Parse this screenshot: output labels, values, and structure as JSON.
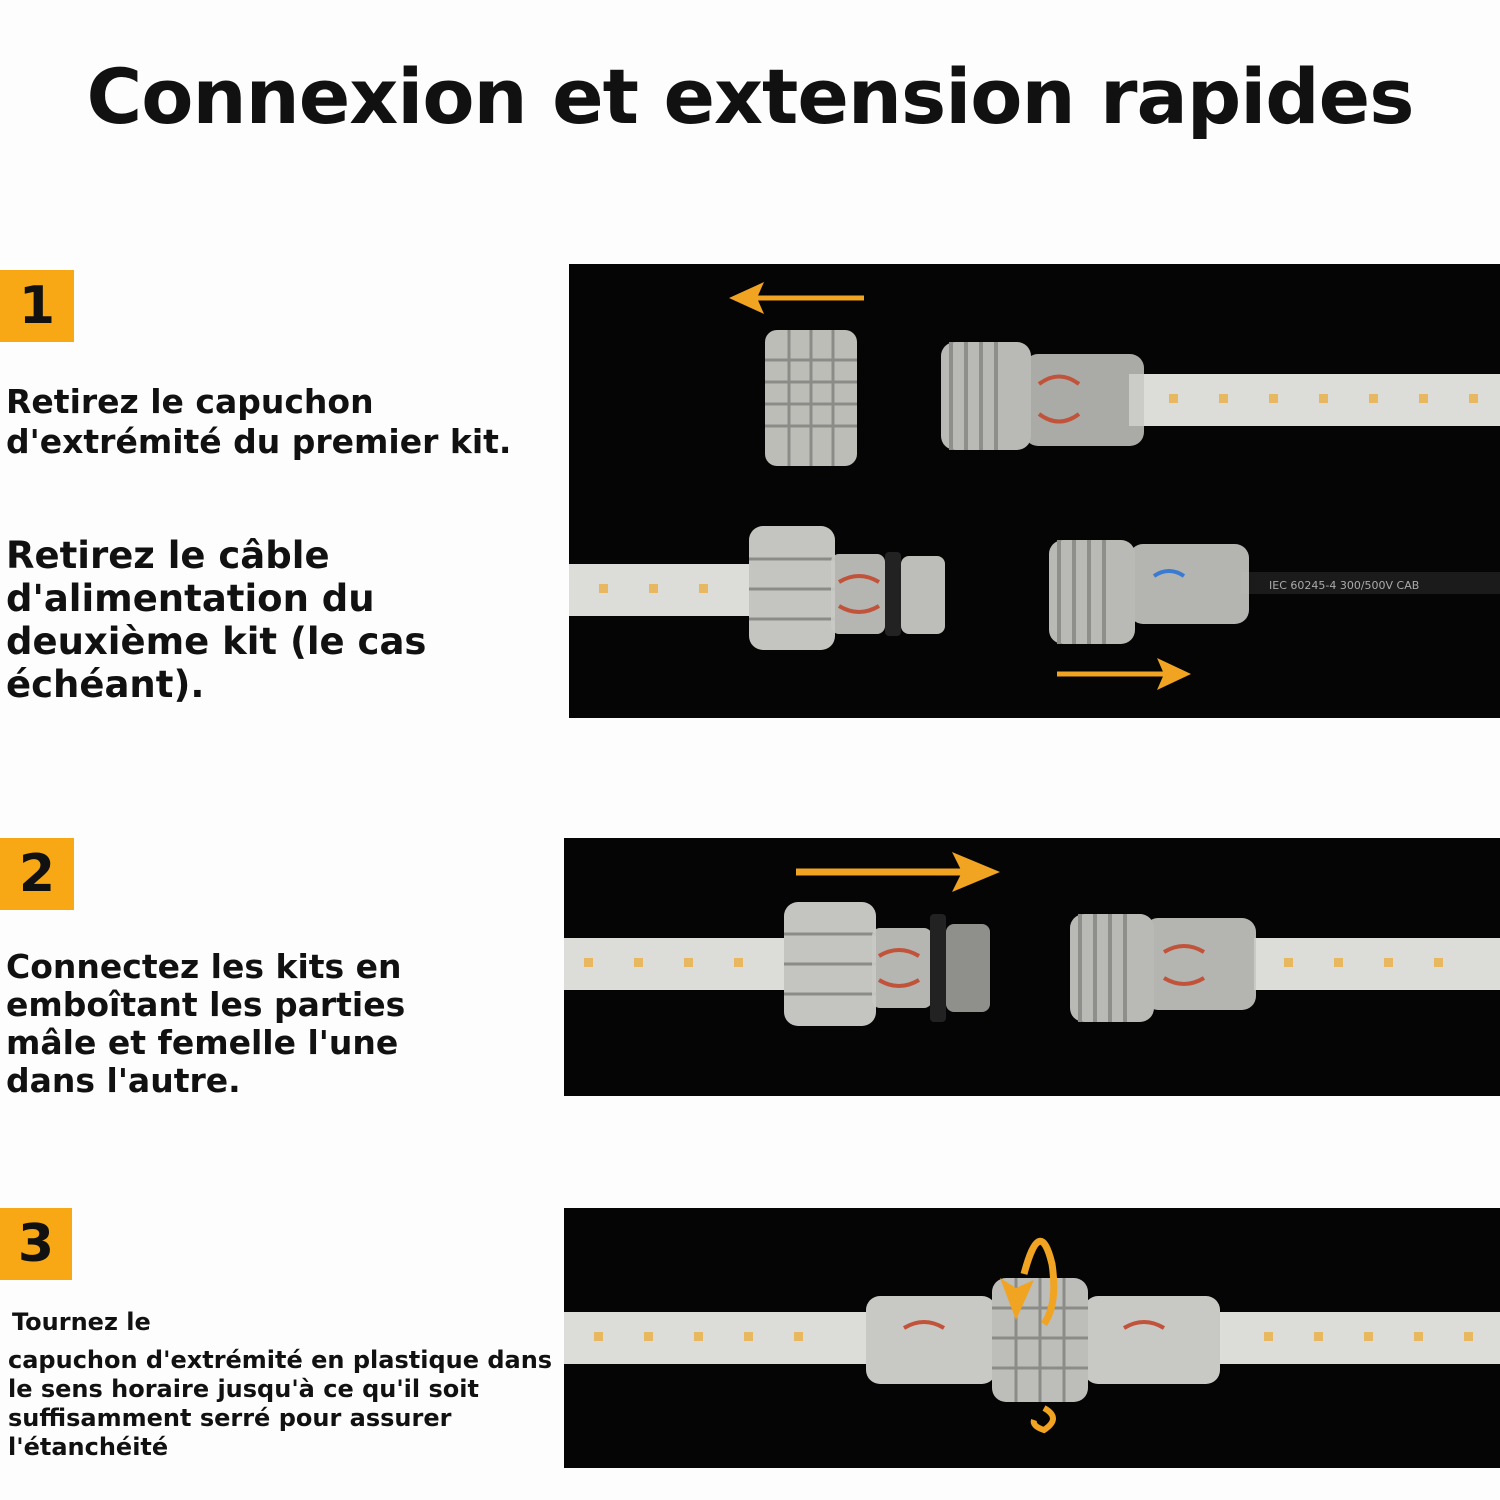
{
  "title": "Connexion et extension rapides",
  "accent_color": "#f7a814",
  "steps": [
    {
      "number": "1",
      "texts": [
        "Retirez le capuchon d'extrémité du premier kit.",
        "Retirez le câble d'alimentation du deuxième kit (le cas échéant)."
      ],
      "cable_print": "IEC 60245-4 300/500V CAB"
    },
    {
      "number": "2",
      "texts": [
        "Connectez les kits en emboîtant les parties mâle et femelle l'une dans l'autre."
      ]
    },
    {
      "number": "3",
      "texts": [
        "Tournez le",
        "capuchon d'extrémité en plastique dans le sens horaire jusqu'à ce qu'il soit suffisamment serré pour assurer l'étanchéité"
      ]
    }
  ]
}
